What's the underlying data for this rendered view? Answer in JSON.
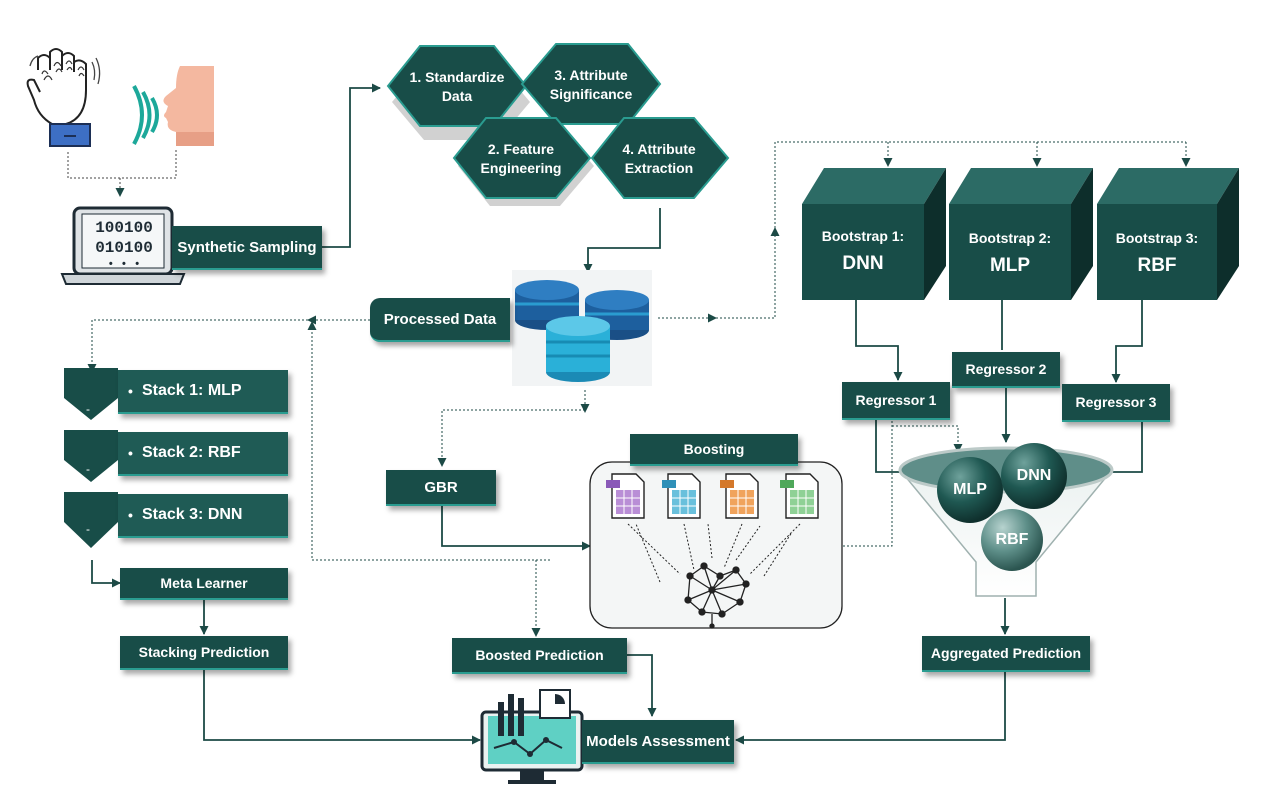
{
  "hexagons": [
    "1. Standardize\nData",
    "3. Attribute\nSignificance",
    "2. Feature\nEngineering",
    "4. Attribute\nExtraction"
  ],
  "synthetic_sampling": "Synthetic Sampling",
  "binary_line1": "100100",
  "binary_line2": "010100",
  "laptop_dots": "• • •",
  "processed_data": "Processed Data",
  "bootstraps": [
    {
      "line1": "Bootstrap 1:",
      "line2": "DNN"
    },
    {
      "line1": "Bootstrap 2:",
      "line2": "MLP"
    },
    {
      "line1": "Bootstrap 3:",
      "line2": "RBF"
    }
  ],
  "regressors": [
    "Regressor 1",
    "Regressor 2",
    "Regressor 3"
  ],
  "stacks": [
    "Stack 1: MLP",
    "Stack 2: RBF",
    "Stack 3: DNN"
  ],
  "stack_bullet": "•",
  "chevron_dash": "-",
  "meta_learner": "Meta Learner",
  "stacking_prediction": "Stacking Prediction",
  "gbr": "GBR",
  "boosting": "Boosting",
  "boosted_prediction": "Boosted Prediction",
  "funnel_models": [
    "MLP",
    "DNN",
    "RBF"
  ],
  "aggregated_prediction": "Aggregated Prediction",
  "models_assessment": "Models Assessment",
  "colors": {
    "box": "#184d48",
    "accent": "#2a9c90",
    "db_blue": "#1d5f9e",
    "db_cyan": "#2ab0d8"
  }
}
